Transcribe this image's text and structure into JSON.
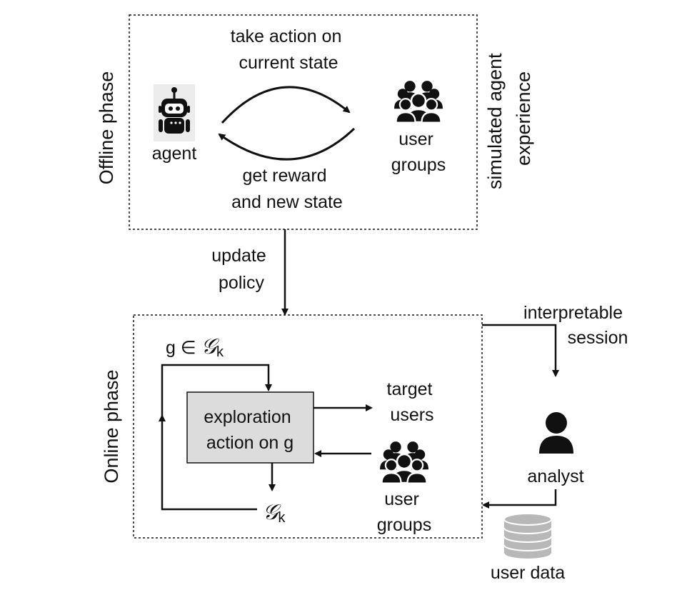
{
  "offline": {
    "phase_label": "Offline phase",
    "side_label": [
      "simulated agent",
      "experience"
    ],
    "top_arrow_label": [
      "take action on",
      "current state"
    ],
    "bottom_arrow_label": [
      "get reward",
      "and new state"
    ],
    "agent_label": "agent",
    "user_groups_label": [
      "user",
      "groups"
    ]
  },
  "link": {
    "update_policy": [
      "update",
      "policy"
    ],
    "interpretable_session": [
      "interpretable",
      "session"
    ]
  },
  "online": {
    "phase_label": "Online phase",
    "group_label": {
      "prefix": "g ∈ ",
      "symbol": "𝒢",
      "sub": "k"
    },
    "output_label": {
      "symbol": "𝒢",
      "sub": "k"
    },
    "exploration_box": [
      "exploration",
      "action on g"
    ],
    "target_users": [
      "target",
      "users"
    ],
    "user_groups_label": [
      "user",
      "groups"
    ]
  },
  "analyst": {
    "label": "analyst",
    "user_data_label": "user data"
  },
  "colors": {
    "exploration_fill": "#dcdcdc",
    "icon": "#111111",
    "database": "#b8b8b8"
  }
}
